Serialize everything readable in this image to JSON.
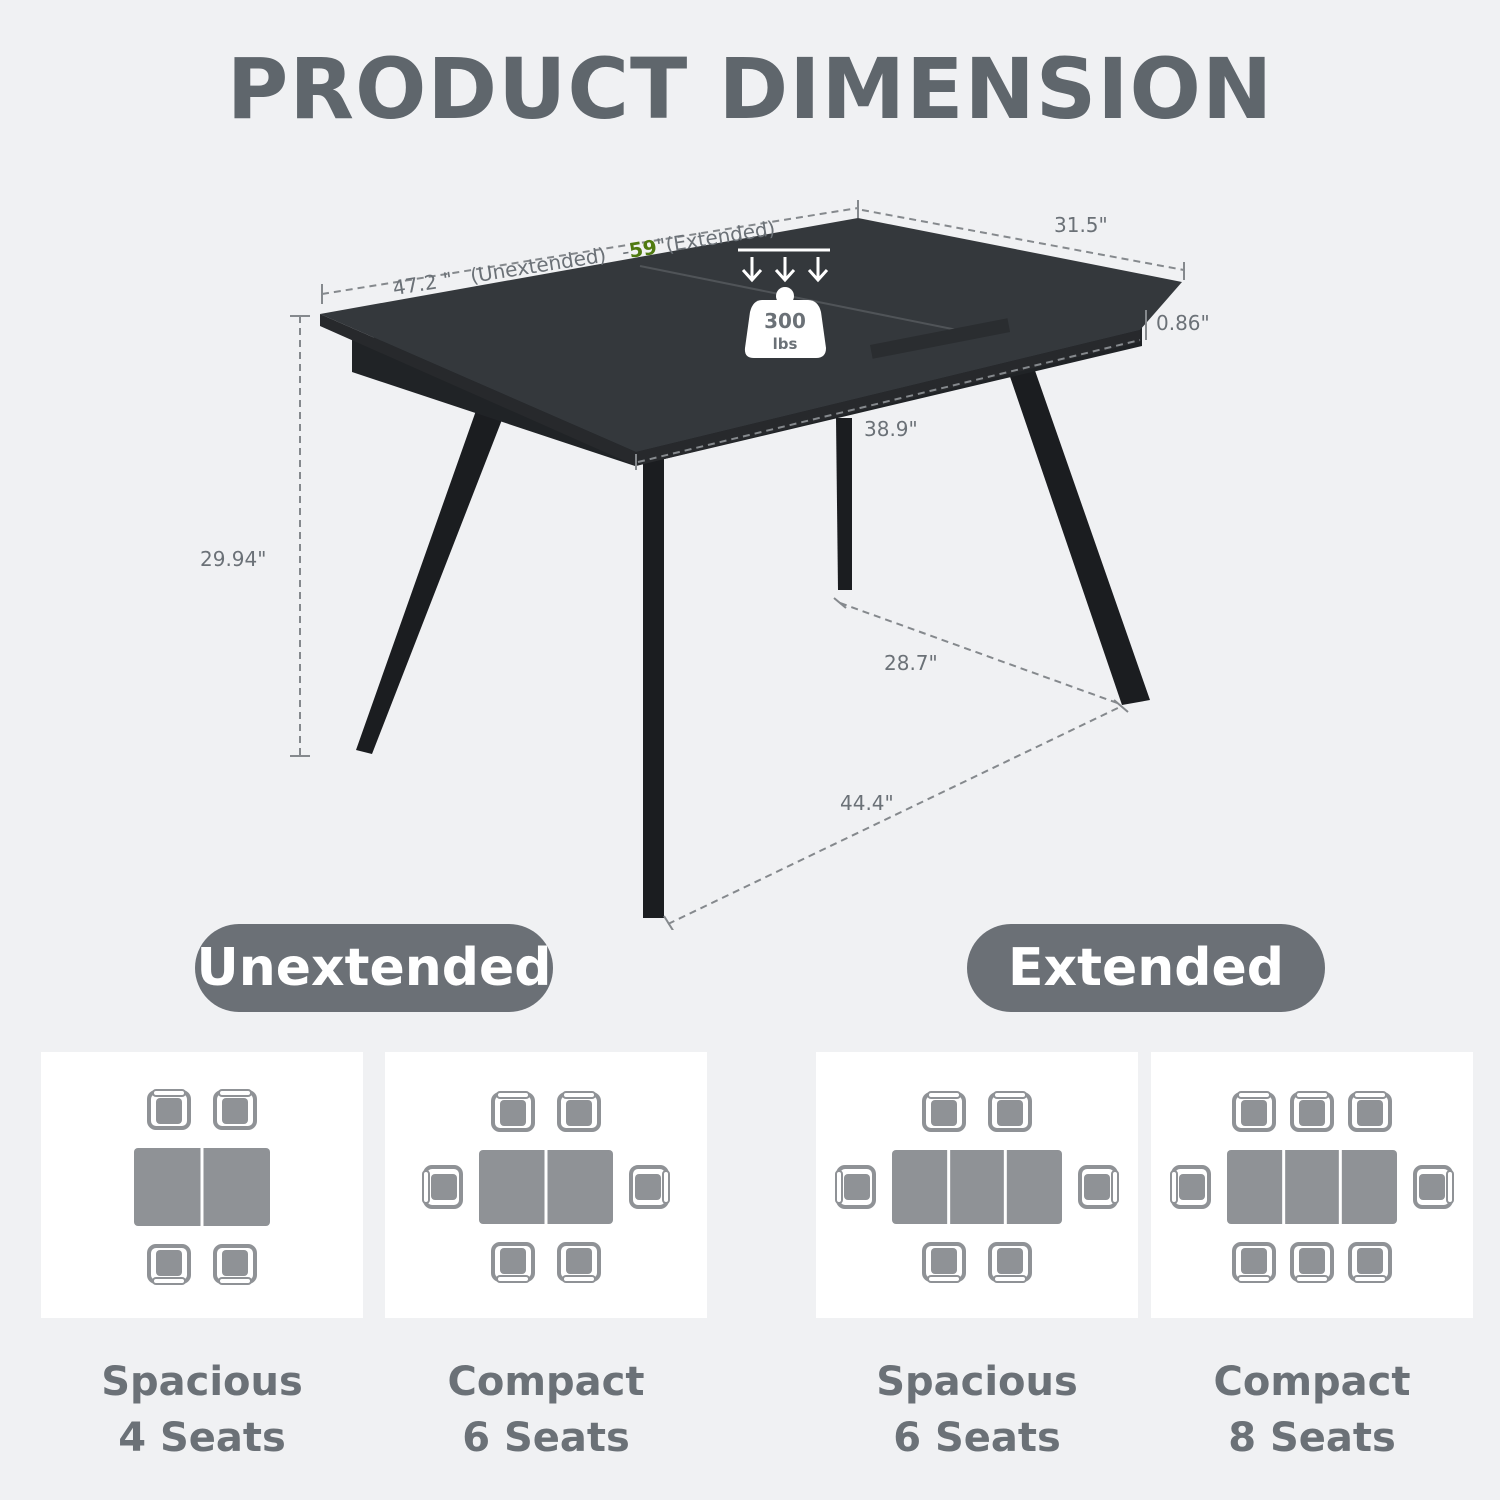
{
  "title": "PRODUCT DIMENSION",
  "dimensions": {
    "length_unextended_value": "47.2 \"",
    "length_unextended_label": "(Unextended)",
    "length_separator": "-",
    "length_extended_value": "59",
    "length_extended_label": "\"(Extended)",
    "width": "31.5\"",
    "top_thickness": "0.86\"",
    "apron_length": "38.9\"",
    "height": "29.94\"",
    "leg_width_span": "28.7\"",
    "leg_length_span": "44.4\""
  },
  "load": {
    "value": "300",
    "unit": "lbs"
  },
  "colors": {
    "tabletop": "#33373b",
    "legs": "#1b1d20",
    "badge": "#6b7076",
    "text": "#6b7177",
    "accent": "#4f7a10",
    "diagram": "#8f9296"
  },
  "sections": [
    {
      "label": "Unextended"
    },
    {
      "label": "Extended"
    }
  ],
  "layouts": [
    {
      "line1": "Spacious",
      "line2": "4 Seats"
    },
    {
      "line1": "Compact",
      "line2": "6 Seats"
    },
    {
      "line1": "Spacious",
      "line2": "6 Seats"
    },
    {
      "line1": "Compact",
      "line2": "8 Seats"
    }
  ]
}
